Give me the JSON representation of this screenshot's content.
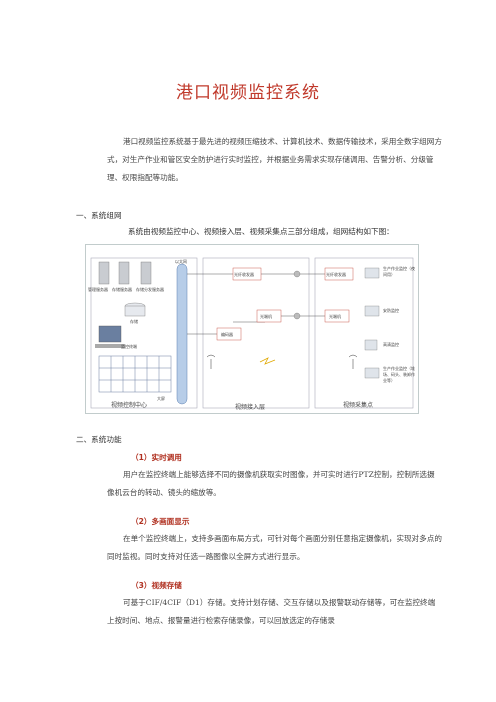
{
  "title": "港口视频监控系统",
  "intro": "港口视频监控系统基于最先进的视频压缩技术、计算机技术、数据传输技术，采用全数字组网方式，对生产作业和管区安全防护进行实时监控，并根据业务需求实现存储调用、告警分析、分级管理、权限指配等功能。",
  "section1": {
    "heading": "一、系统组网",
    "text": "系统由视频监控中心、视频接入层、视频采集点三部分组成，组网结构如下图："
  },
  "diagram": {
    "zones": [
      "视频控制中心",
      "视频接入层",
      "视频采集点"
    ],
    "servers": [
      "管理服务器",
      "存储服务器",
      "存储分发服务器"
    ],
    "bus_label": "以太网",
    "storage": "存储",
    "terminal": "监控终端",
    "wall": "大屏",
    "access": [
      "光纤收发器",
      "光端机",
      "编码器"
    ],
    "collect": [
      "光纤收发器",
      "光端机"
    ],
    "cameras": [
      "生产作业监控（夜间用）",
      "安防监控",
      "高清监控",
      "生产作业监控（堆场、码头、装卸作业等）"
    ]
  },
  "section2": {
    "heading": "二、系统功能",
    "items": [
      {
        "title": "（1）实时调用",
        "text": "用户在监控终端上能够选择不同的摄像机获取实时图像，并可实时进行PTZ控制，控制所选摄像机云台的转动、镜头的缩放等。"
      },
      {
        "title": "（2）多画面显示",
        "text": "在单个监控终端上，支持多画面布局方式，可针对每个画面分别任意指定摄像机，实现对多点的同时监视。同时支持对任选一路图像以全屏方式进行显示。"
      },
      {
        "title": "（3）视频存储",
        "text": "可基于CIF/4CIF（D1）存储。支持计划存储、交互存储以及报警联动存储等，可在监控终端上按时间、地点、报警量进行检索存储录像，可以回放选定的存储录"
      }
    ]
  }
}
